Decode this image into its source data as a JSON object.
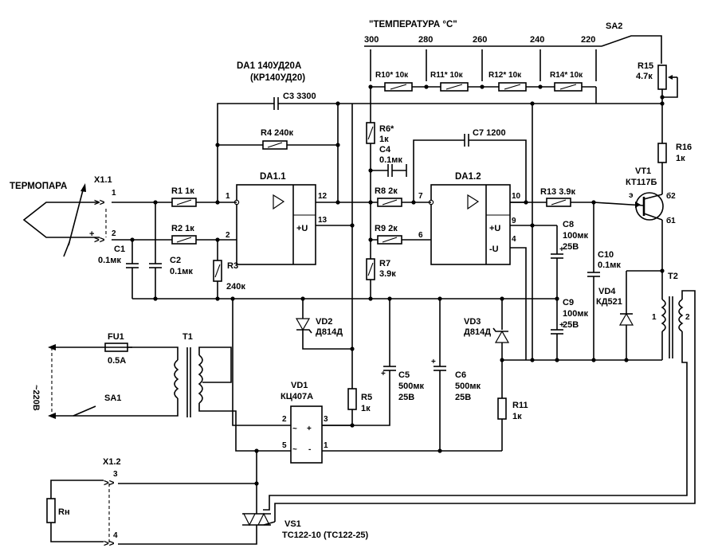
{
  "temperature": {
    "title": "\"ТЕМПЕРАТУРА °С\"",
    "ticks": [
      "300",
      "280",
      "260",
      "240",
      "220"
    ],
    "switch": "SA2"
  },
  "opamp": {
    "package": "DA1 140УД20А",
    "alt": "(КР140УД20)",
    "u1": "DA1.1",
    "u2": "DA1.2",
    "pin_u": "+U",
    "pin_mu": "-U",
    "pins": {
      "p1": "1",
      "p2": "2",
      "p12": "12",
      "p13": "13",
      "p7": "7",
      "p6": "6",
      "p10": "10",
      "p9": "9",
      "p4": "4"
    }
  },
  "parts": {
    "c3": "C3  3300",
    "r4": "R4  240к",
    "r1": "R1   1к",
    "r2": "R2   1к",
    "r3": "R3",
    "r3v": "240к",
    "c1": "C1",
    "c1v": "0.1мк",
    "c2": "C2",
    "c2v": "0.1мк",
    "r6": "R6*",
    "r6v": "1к",
    "c4": "C4",
    "c4v": "0.1мк",
    "c7": "C7  1200",
    "r8": "R8  2к",
    "r9": "R9  2к",
    "r7": "R7",
    "r7v": "3.9к",
    "r10": "R10*  10к",
    "r11": "R11*  10к",
    "r12": "R12*  10к",
    "r14": "R14*  10к",
    "r15": "R15",
    "r15v": "4.7к",
    "r16": "R16",
    "r16v": "1к",
    "vt1": "VT1",
    "vt1v": "КТ117Б",
    "e": "э",
    "b2": "б2",
    "b1": "б1",
    "r13": "R13   3.9к",
    "c8": "C8",
    "c8v": "100мк",
    "c8u": "25В",
    "c9": "C9",
    "c9v": "100мк",
    "c9u": "25В",
    "c10": "C10",
    "c10v": "0.1мк",
    "vd4": "VD4",
    "vd4v": "КД521",
    "t2": "T2",
    "t2p1": "1",
    "t2p2": "2",
    "vd2": "VD2",
    "vd2v": "Д814Д",
    "vd3": "VD3",
    "vd3v": "Д814Д",
    "c5": "C5",
    "c5v": "500мк",
    "c5u": "25В",
    "c6": "C6",
    "c6v": "500мк",
    "c6u": "25В",
    "r5": "R5",
    "r5v": "1к",
    "r11b": "R11",
    "r11bv": "1к",
    "vd1": "VD1",
    "vd1v": "КЦ407А",
    "vd1p2": "2",
    "vd1p3": "3",
    "vd1p5": "5",
    "vd1p1": "1",
    "fu1": "FU1",
    "fu1v": "0.5А",
    "t1": "T1",
    "sa1": "SA1",
    "mains": "~220В",
    "vs1": "VS1",
    "vs1v": "ТС122-10 (ТС122-25)",
    "rn": "Rн"
  },
  "connectors": {
    "thermo": "ТЕРМОПАРА",
    "x11": "X1.1",
    "x11p1": "1",
    "x11p2": "2",
    "plus": "+",
    "x12": "X1.2",
    "x12p3": "3",
    "x12p4": "4"
  }
}
